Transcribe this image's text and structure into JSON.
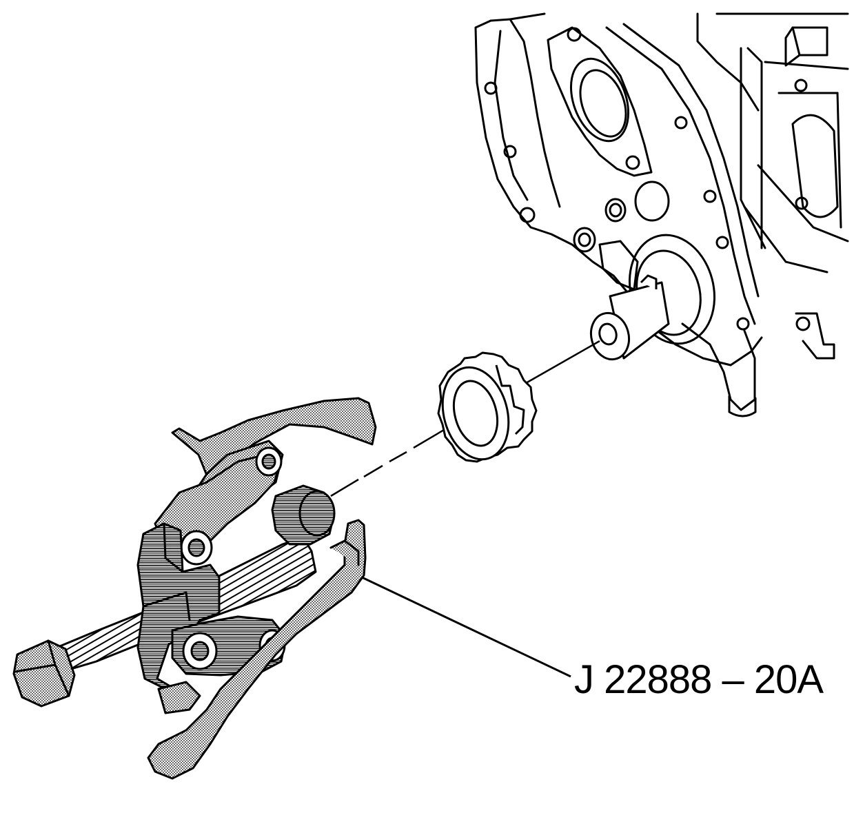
{
  "callout": {
    "label": "J 22888 – 20A"
  },
  "components": {
    "engine_front_cover": "engine-front-cover",
    "crankshaft_nose": "crankshaft-nose",
    "crankshaft_sprocket": "crankshaft-sprocket",
    "puller_tool": "gear-puller-tool"
  },
  "colors": {
    "ink": "#000000",
    "shading": "#c8c8c8",
    "background": "#ffffff"
  }
}
